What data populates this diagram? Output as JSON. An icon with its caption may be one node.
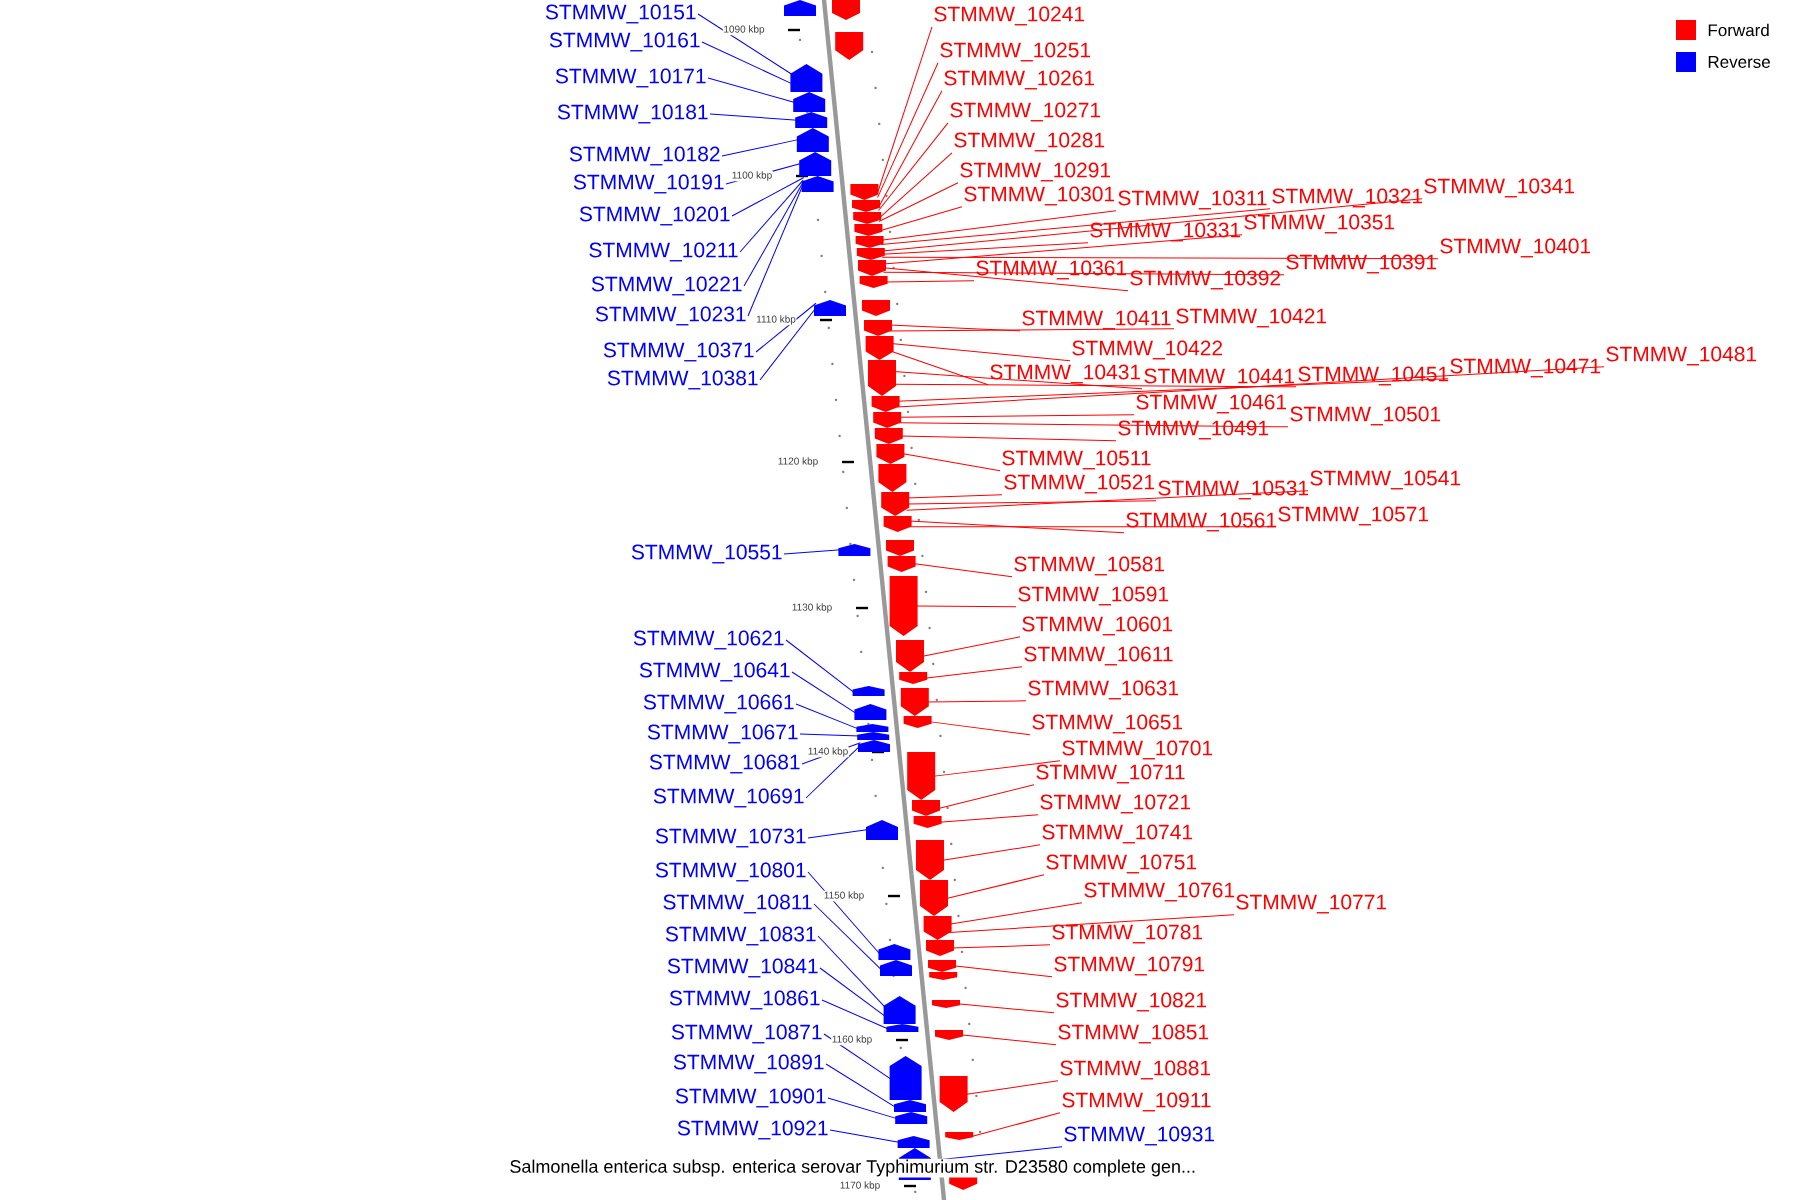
{
  "diagram": {
    "caption": "Salmonella enterica subsp. enterica serovar Typhimurium str. D23580 complete gen...",
    "nodes": [
      {
        "text": [
          "STMMW_10151"
        ]
      },
      {
        "text": [
          "STMMW_10161"
        ]
      },
      {
        "text": [
          "STMMW_10171"
        ]
      },
      {
        "text": [
          "STMMW_10181"
        ]
      },
      {
        "text": [
          "STMMW_10182"
        ]
      },
      {
        "text": [
          "STMMW_10191"
        ]
      },
      {
        "text": [
          "STMMW_10201"
        ]
      },
      {
        "text": [
          "STMMW_10211"
        ]
      },
      {
        "text": [
          "STMMW_10221"
        ]
      },
      {
        "text": [
          "STMMW_10231"
        ]
      },
      {
        "text": [
          "STMMW_10371"
        ]
      },
      {
        "text": [
          "STMMW_10381"
        ]
      },
      {
        "text": [
          "STMMW_10551"
        ]
      },
      {
        "text": [
          "STMMW_10621"
        ]
      },
      {
        "text": [
          "STMMW_10641"
        ]
      },
      {
        "text": [
          "STMMW_10661"
        ]
      },
      {
        "text": [
          "STMMW_10671"
        ]
      },
      {
        "text": [
          "STMMW_10681"
        ]
      },
      {
        "text": [
          "STMMW_10691"
        ]
      },
      {
        "text": [
          "STMMW_10731"
        ]
      },
      {
        "text": [
          "STMMW_10801"
        ]
      },
      {
        "text": [
          "STMMW_10811"
        ]
      },
      {
        "text": [
          "STMMW_10831"
        ]
      },
      {
        "text": [
          "STMMW_10841"
        ]
      },
      {
        "text": [
          "STMMW_10861"
        ]
      },
      {
        "text": [
          "STMMW_10871"
        ]
      },
      {
        "text": [
          "STMMW_10891"
        ]
      },
      {
        "text": [
          "STMMW_10901"
        ]
      },
      {
        "text": [
          "STMMW_10921"
        ]
      },
      {
        "text": [
          "STMMW_10241"
        ]
      },
      {
        "text": [
          "STMMW_10251"
        ]
      },
      {
        "text": [
          "STMMW_10261"
        ]
      },
      {
        "text": [
          "STMMW_10271"
        ]
      },
      {
        "text": [
          "STMMW_10281"
        ]
      },
      {
        "text": [
          "STMMW_10291"
        ]
      },
      {
        "text": [
          "STMMW_10301"
        ]
      },
      {
        "text": [
          "STMMW_10311"
        ]
      },
      {
        "text": [
          "STMMW_10321"
        ]
      },
      {
        "text": [
          "STMMW_10341"
        ]
      },
      {
        "text": [
          "STMMW_10331"
        ]
      },
      {
        "text": [
          "STMMW_10351"
        ]
      },
      {
        "text": [
          "STMMW_10361"
        ]
      },
      {
        "text": [
          "STMMW_10392"
        ]
      },
      {
        "text": [
          "STMMW_10391"
        ]
      },
      {
        "text": [
          "STMMW_10401"
        ]
      },
      {
        "text": [
          "STMMW_10411"
        ]
      },
      {
        "text": [
          "STMMW_10421"
        ]
      },
      {
        "text": [
          "STMMW_10422"
        ]
      },
      {
        "text": [
          "STMMW_10431"
        ]
      },
      {
        "text": [
          "STMMW_10441"
        ]
      },
      {
        "text": [
          "STMMW_10451"
        ]
      },
      {
        "text": [
          "STMMW_10471"
        ]
      },
      {
        "text": [
          "STMMW_10481"
        ]
      },
      {
        "text": [
          "STMMW_10461"
        ]
      },
      {
        "text": [
          "STMMW_10491"
        ]
      },
      {
        "text": [
          "STMMW_10501"
        ]
      },
      {
        "text": [
          "STMMW_10511"
        ]
      },
      {
        "text": [
          "STMMW_10521"
        ]
      },
      {
        "text": [
          "STMMW_10531"
        ]
      },
      {
        "text": [
          "STMMW_10541"
        ]
      },
      {
        "text": [
          "STMMW_10561"
        ]
      },
      {
        "text": [
          "STMMW_10571"
        ]
      },
      {
        "text": [
          "STMMW_10581"
        ]
      },
      {
        "text": [
          "STMMW_10591"
        ]
      },
      {
        "text": [
          "STMMW_10601"
        ]
      },
      {
        "text": [
          "STMMW_10611"
        ]
      },
      {
        "text": [
          "STMMW_10631"
        ]
      },
      {
        "text": [
          "STMMW_10651"
        ]
      },
      {
        "text": [
          "STMMW_10701"
        ]
      },
      {
        "text": [
          "STMMW_10711"
        ]
      },
      {
        "text": [
          "STMMW_10721"
        ]
      },
      {
        "text": [
          "STMMW_10741"
        ]
      },
      {
        "text": [
          "STMMW_10751"
        ]
      },
      {
        "text": [
          "STMMW_10761"
        ]
      },
      {
        "text": [
          "STMMW_10771"
        ]
      },
      {
        "text": [
          "STMMW_10781"
        ]
      },
      {
        "text": [
          "STMMW_10791"
        ]
      },
      {
        "text": [
          "STMMW_10821"
        ]
      },
      {
        "text": [
          "STMMW_10851"
        ]
      },
      {
        "text": [
          "STMMW_10881"
        ]
      },
      {
        "text": [
          "STMMW_10911"
        ]
      },
      {
        "text": [
          "STMMW_10931"
        ]
      },
      {
        "text": [],
        "shape": "arrow"
      },
      {
        "text": [],
        "shape": "arrow"
      },
      {
        "text": [],
        "shape": "arrow"
      },
      {
        "text": [],
        "shape": "arrow"
      },
      {
        "text": [],
        "shape": "arrow"
      },
      {
        "text": [],
        "shape": "arrow"
      },
      {
        "text": [],
        "shape": "arrow"
      },
      {
        "text": [],
        "shape": "arrow"
      },
      {
        "text": [],
        "shape": "arrow"
      },
      {
        "text": [],
        "shape": "arrow"
      },
      {
        "text": [],
        "shape": "arrow"
      },
      {
        "text": [],
        "shape": "arrow"
      },
      {
        "text": [],
        "shape": "arrow"
      },
      {
        "text": [],
        "shape": "arrow"
      },
      {
        "text": [],
        "shape": "arrow"
      },
      {
        "text": [],
        "shape": "arrow"
      },
      {
        "text": [],
        "shape": "arrow"
      },
      {
        "text": [],
        "shape": "arrow"
      },
      {
        "text": [],
        "shape": "arrow"
      },
      {
        "text": [],
        "shape": "arrow"
      },
      {
        "text": [],
        "shape": "arrow"
      },
      {
        "text": [],
        "shape": "arrow"
      },
      {
        "text": [],
        "shape": "arrow"
      },
      {
        "text": [],
        "shape": "arrow"
      },
      {
        "text": [],
        "shape": "arrow"
      },
      {
        "text": [],
        "shape": "arrow"
      },
      {
        "text": [],
        "shape": "arrow"
      },
      {
        "text": [],
        "shape": "arrow"
      },
      {
        "text": [],
        "shape": "arrow"
      },
      {
        "text": [],
        "shape": "arrow"
      },
      {
        "text": [],
        "shape": "arrow"
      },
      {
        "text": [],
        "shape": "arrow"
      },
      {
        "text": [],
        "shape": "arrow"
      },
      {
        "text": [],
        "shape": "arrow"
      },
      {
        "text": [],
        "shape": "arrow"
      },
      {
        "text": [],
        "shape": "arrow"
      },
      {
        "text": [],
        "shape": "arrow"
      },
      {
        "text": [],
        "shape": "arrow"
      },
      {
        "text": [],
        "shape": "arrow"
      },
      {
        "text": [],
        "shape": "arrow"
      },
      {
        "text": [],
        "shape": "arrow"
      },
      {
        "text": [],
        "shape": "arrow"
      },
      {
        "text": [],
        "shape": "arrow"
      },
      {
        "text": [],
        "shape": "arrow"
      },
      {
        "text": [],
        "shape": "arrow"
      },
      {
        "text": [],
        "shape": "arrow"
      },
      {
        "text": [],
        "shape": "arrow"
      },
      {
        "text": [],
        "shape": "arrow"
      },
      {
        "text": [],
        "shape": "arrow"
      },
      {
        "text": [],
        "shape": "arrow"
      },
      {
        "text": [],
        "shape": "arrow"
      },
      {
        "text": [],
        "shape": "arrow"
      },
      {
        "text": [],
        "shape": "arrow"
      },
      {
        "text": [],
        "shape": "arrow"
      },
      {
        "text": [],
        "shape": "arrow"
      },
      {
        "text": [],
        "shape": "arrow"
      },
      {
        "text": [],
        "shape": "arrow"
      },
      {
        "text": [],
        "shape": "arrow"
      },
      {
        "text": [],
        "shape": "arrow"
      },
      {
        "text": [],
        "shape": "arrow"
      },
      {
        "text": [],
        "shape": "arrow"
      },
      {
        "text": [],
        "shape": "arrow"
      },
      {
        "text": [],
        "shape": "arrow"
      },
      {
        "text": [],
        "shape": "arrow"
      },
      {
        "text": [],
        "shape": "arrow"
      },
      {
        "text": [],
        "shape": "arrow"
      }
    ],
    "edges": [
      {
        "from": 0,
        "to": 83,
        "arrow": "none",
        "color": "#0000ff"
      },
      {
        "from": 1,
        "to": 83,
        "arrow": "none",
        "color": "#0000ff"
      },
      {
        "from": 2,
        "to": 84,
        "arrow": "none",
        "color": "#0000ff"
      },
      {
        "from": 3,
        "to": 85,
        "arrow": "none",
        "color": "#0000ff"
      },
      {
        "from": 4,
        "to": 86,
        "arrow": "none",
        "color": "#0000ff"
      },
      {
        "from": 5,
        "to": 87,
        "arrow": "none",
        "color": "#0000ff"
      },
      {
        "from": 6,
        "to": 88,
        "arrow": "none",
        "color": "#0000ff"
      },
      {
        "from": 7,
        "to": 88,
        "arrow": "none",
        "color": "#0000ff"
      },
      {
        "from": 8,
        "to": 88,
        "arrow": "none",
        "color": "#0000ff"
      },
      {
        "from": 9,
        "to": 88,
        "arrow": "none",
        "color": "#0000ff"
      },
      {
        "from": 10,
        "to": 89,
        "arrow": "none",
        "color": "#0000ff"
      },
      {
        "from": 11,
        "to": 89,
        "arrow": "none",
        "color": "#0000ff"
      },
      {
        "from": 12,
        "to": 90,
        "arrow": "none",
        "color": "#0000ff"
      },
      {
        "from": 13,
        "to": 91,
        "arrow": "none",
        "color": "#0000ff"
      },
      {
        "from": 14,
        "to": 92,
        "arrow": "none",
        "color": "#0000ff"
      },
      {
        "from": 15,
        "to": 93,
        "arrow": "none",
        "color": "#0000ff"
      },
      {
        "from": 16,
        "to": 94,
        "arrow": "none",
        "color": "#0000ff"
      },
      {
        "from": 17,
        "to": 95,
        "arrow": "none",
        "color": "#0000ff"
      },
      {
        "from": 18,
        "to": 95,
        "arrow": "none",
        "color": "#0000ff"
      },
      {
        "from": 19,
        "to": 96,
        "arrow": "none",
        "color": "#0000ff"
      },
      {
        "from": 20,
        "to": 97,
        "arrow": "none",
        "color": "#0000ff"
      },
      {
        "from": 21,
        "to": 98,
        "arrow": "none",
        "color": "#0000ff"
      },
      {
        "from": 22,
        "to": 99,
        "arrow": "none",
        "color": "#0000ff"
      },
      {
        "from": 23,
        "to": 99,
        "arrow": "none",
        "color": "#0000ff"
      },
      {
        "from": 24,
        "to": 100,
        "arrow": "none",
        "color": "#0000ff"
      },
      {
        "from": 25,
        "to": 101,
        "arrow": "none",
        "color": "#0000ff"
      },
      {
        "from": 26,
        "to": 102,
        "arrow": "none",
        "color": "#0000ff"
      },
      {
        "from": 27,
        "to": 103,
        "arrow": "none",
        "color": "#0000ff"
      },
      {
        "from": 28,
        "to": 104,
        "arrow": "none",
        "color": "#0000ff"
      },
      {
        "from": 29,
        "to": 108,
        "arrow": "none"
      },
      {
        "from": 30,
        "to": 108,
        "arrow": "none"
      },
      {
        "from": 31,
        "to": 109,
        "arrow": "none"
      },
      {
        "from": 32,
        "to": 109,
        "arrow": "none"
      },
      {
        "from": 33,
        "to": 110,
        "arrow": "none"
      },
      {
        "from": 34,
        "to": 110,
        "arrow": "none"
      },
      {
        "from": 35,
        "to": 111,
        "arrow": "none"
      },
      {
        "from": 36,
        "to": 112,
        "arrow": "none"
      },
      {
        "from": 37,
        "to": 112,
        "arrow": "none"
      },
      {
        "from": 38,
        "to": 113,
        "arrow": "none"
      },
      {
        "from": 39,
        "to": 113,
        "arrow": "none"
      },
      {
        "from": 40,
        "to": 114,
        "arrow": "none"
      },
      {
        "from": 41,
        "to": 115,
        "arrow": "none"
      },
      {
        "from": 42,
        "to": 114,
        "arrow": "none"
      },
      {
        "from": 43,
        "to": 114,
        "arrow": "none"
      },
      {
        "from": 44,
        "to": 113,
        "arrow": "none"
      },
      {
        "from": 45,
        "to": 117,
        "arrow": "none"
      },
      {
        "from": 46,
        "to": 117,
        "arrow": "none"
      },
      {
        "from": 47,
        "to": 118,
        "arrow": "none"
      },
      {
        "from": 48,
        "to": 118,
        "arrow": "none"
      },
      {
        "from": 49,
        "to": 119,
        "arrow": "none"
      },
      {
        "from": 50,
        "to": 119,
        "arrow": "none"
      },
      {
        "from": 51,
        "to": 120,
        "arrow": "none"
      },
      {
        "from": 52,
        "to": 120,
        "arrow": "none"
      },
      {
        "from": 53,
        "to": 121,
        "arrow": "none"
      },
      {
        "from": 54,
        "to": 122,
        "arrow": "none"
      },
      {
        "from": 55,
        "to": 121,
        "arrow": "none"
      },
      {
        "from": 56,
        "to": 123,
        "arrow": "none"
      },
      {
        "from": 57,
        "to": 125,
        "arrow": "none"
      },
      {
        "from": 58,
        "to": 125,
        "arrow": "none"
      },
      {
        "from": 59,
        "to": 125,
        "arrow": "none"
      },
      {
        "from": 60,
        "to": 126,
        "arrow": "none"
      },
      {
        "from": 61,
        "to": 126,
        "arrow": "none"
      },
      {
        "from": 62,
        "to": 128,
        "arrow": "none"
      },
      {
        "from": 63,
        "to": 129,
        "arrow": "none"
      },
      {
        "from": 64,
        "to": 130,
        "arrow": "none"
      },
      {
        "from": 65,
        "to": 131,
        "arrow": "none"
      },
      {
        "from": 66,
        "to": 132,
        "arrow": "none"
      },
      {
        "from": 67,
        "to": 133,
        "arrow": "none"
      },
      {
        "from": 68,
        "to": 134,
        "arrow": "none"
      },
      {
        "from": 69,
        "to": 135,
        "arrow": "none"
      },
      {
        "from": 70,
        "to": 136,
        "arrow": "none"
      },
      {
        "from": 71,
        "to": 137,
        "arrow": "none"
      },
      {
        "from": 72,
        "to": 138,
        "arrow": "none"
      },
      {
        "from": 73,
        "to": 139,
        "arrow": "none"
      },
      {
        "from": 74,
        "to": 139,
        "arrow": "none"
      },
      {
        "from": 75,
        "to": 140,
        "arrow": "none"
      },
      {
        "from": 76,
        "to": 141,
        "arrow": "none"
      },
      {
        "from": 77,
        "to": 143,
        "arrow": "none"
      },
      {
        "from": 78,
        "to": 144,
        "arrow": "none"
      },
      {
        "from": 79,
        "to": 145,
        "arrow": "none"
      },
      {
        "from": 80,
        "to": 146,
        "arrow": "none"
      },
      {
        "from": 81,
        "to": 105,
        "arrow": "none",
        "color": "#0000ff"
      }
    ],
    "labels": [
      "1090 kbp",
      "1100 kbp",
      "1110 kbp",
      "1120 kbp",
      "1130 kbp",
      "1140 kbp",
      "1150 kbp",
      "1160 kbp",
      "1170 kbp"
    ],
    "legend": [
      {
        "text": "Forward",
        "color": "#ff0000"
      },
      {
        "text": "Reverse",
        "color": "#0000ff"
      }
    ]
  }
}
